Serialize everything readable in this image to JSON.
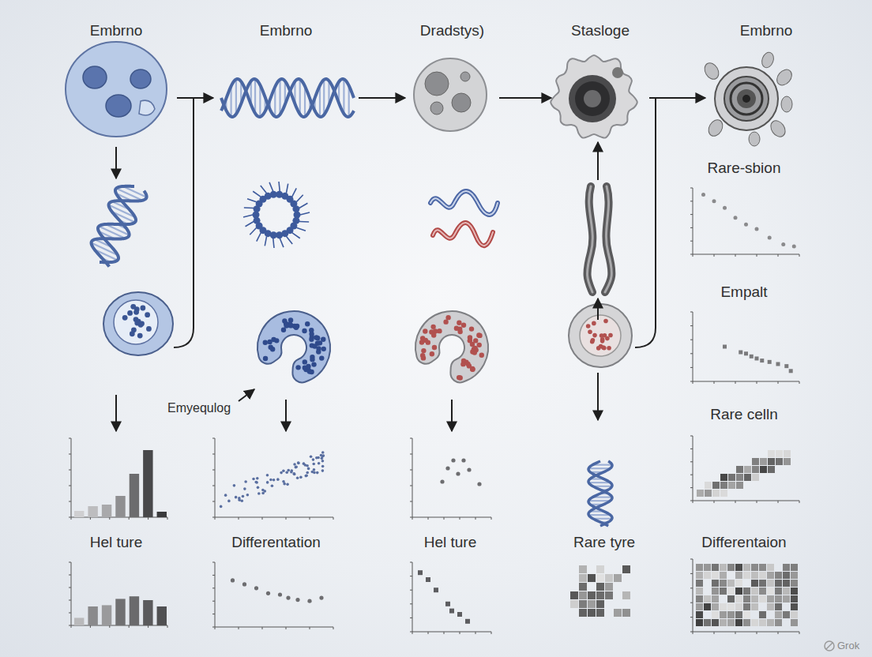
{
  "diagram": {
    "nodes": [
      {
        "text": [
          "Embrno"
        ]
      },
      {
        "text": [
          "Embrno"
        ]
      },
      {
        "text": [
          "Dradstys)"
        ]
      },
      {
        "text": [
          "Stasloge"
        ]
      },
      {
        "text": [
          "Embrno"
        ]
      },
      {
        "text": [
          "Rare-sbion"
        ]
      },
      {
        "text": [
          "Empalt"
        ]
      },
      {
        "text": [
          "Rare celln"
        ]
      },
      {
        "text": [
          "Hel ture"
        ]
      },
      {
        "text": [
          "Differentation"
        ]
      },
      {
        "text": [
          "Hel ture"
        ]
      },
      {
        "text": [
          "Rare tyre"
        ]
      },
      {
        "text": [
          "Differentaion"
        ]
      }
    ],
    "edges": [
      {
        "from": 0,
        "to": 1,
        "arrow": "to"
      },
      {
        "from": 1,
        "to": 2,
        "arrow": "to"
      },
      {
        "from": 2,
        "to": 3,
        "arrow": "to"
      },
      {
        "from": 3,
        "to": 4,
        "arrow": "to"
      }
    ],
    "labels": [
      "Emyequlog",
      "Grok"
    ]
  }
}
